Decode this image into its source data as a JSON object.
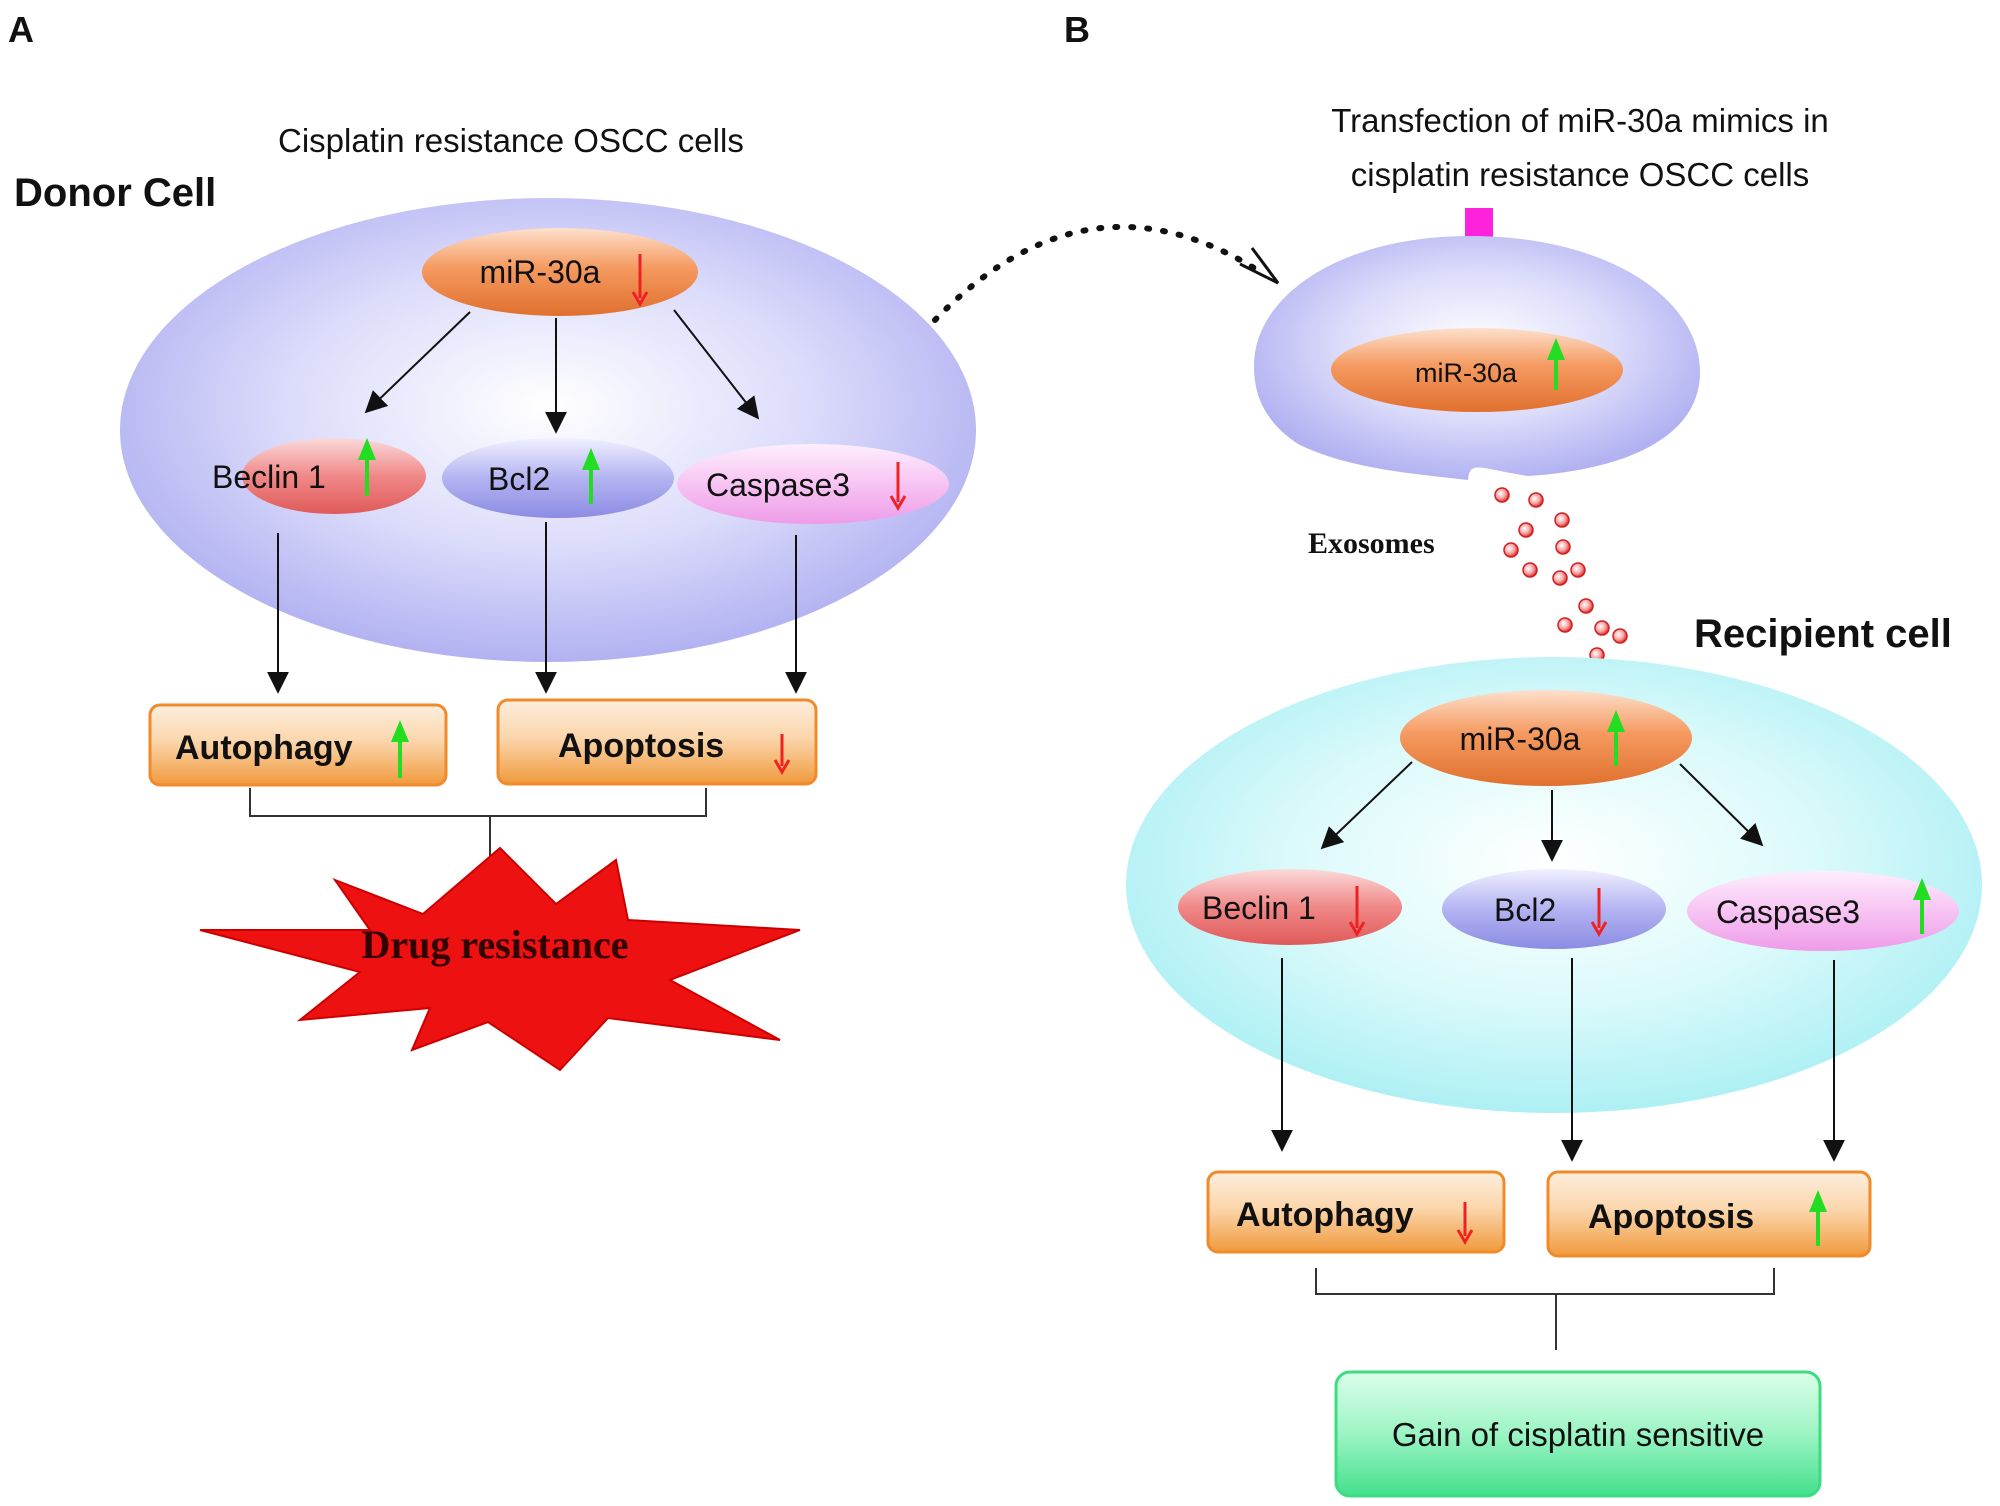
{
  "panel_a": {
    "letter": "A",
    "header": "Cisplatin resistance OSCC cells",
    "cell_label": "Donor Cell",
    "mirna": "miR-30a",
    "beclin": "Beclin 1",
    "bcl2": "Bcl2",
    "caspase": "Caspase3",
    "autophagy": "Autophagy",
    "apoptosis": "Apoptosis",
    "outcome": "Drug resistance"
  },
  "panel_b": {
    "letter": "B",
    "header_line1": "Transfection of miR-30a mimics in",
    "header_line2": "cisplatin resistance OSCC cells",
    "donor_mirna": "miR-30a",
    "exosomes": "Exosomes",
    "cell_label": "Recipient cell",
    "mirna": "miR-30a",
    "beclin": "Beclin 1",
    "bcl2": "Bcl2",
    "caspase": "Caspase3",
    "autophagy": "Autophagy",
    "apoptosis": "Apoptosis",
    "outcome": "Gain of cisplatin sensitive"
  },
  "colors": {
    "up_arrow": "#22dd22",
    "down_arrow": "#ee2222",
    "donor_cell": "#b8b8f4",
    "recipient_cell": "#b6f2f4",
    "mirna": "#f2884a",
    "beclin": "#ee6868",
    "bcl2": "#8a8ae8",
    "caspase": "#f4a8f0",
    "process_box": "#f4a040",
    "drug_resistance": "#ee1111",
    "sensitivity_box": "#44e88c",
    "magenta_arrow": "#ff22dd",
    "exosome": "#ee3333"
  }
}
